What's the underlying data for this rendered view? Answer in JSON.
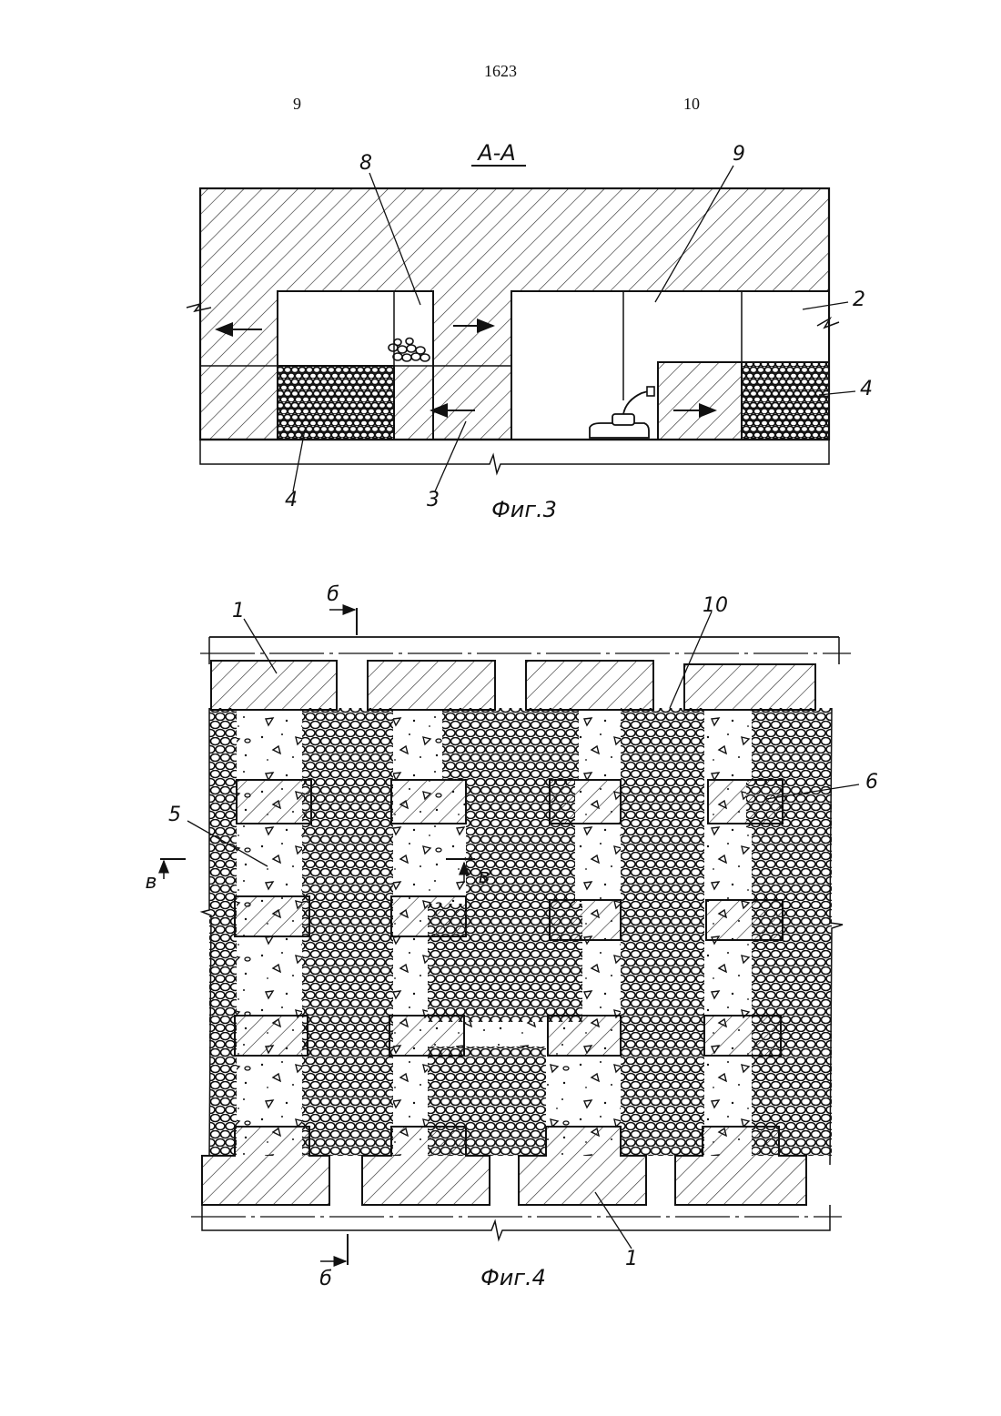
{
  "header": {
    "patent_number": "1623",
    "col_left": "9",
    "col_right": "10"
  },
  "fig3": {
    "section_title": "А-А",
    "caption": "Фиг.3",
    "labels": {
      "l8": "8",
      "l9": "9",
      "l2": "2",
      "l4_right": "4",
      "l4_bottom": "4",
      "l3": "3"
    }
  },
  "fig4": {
    "caption": "Фиг.4",
    "labels": {
      "l1_top": "1",
      "l10": "10",
      "l5": "5",
      "l6": "6",
      "l1_bottom": "1",
      "b_top": "б",
      "b_bottom": "б",
      "v_left": "в",
      "v_mid": "в"
    }
  },
  "colors": {
    "ink": "#111111",
    "paper": "#ffffff"
  }
}
